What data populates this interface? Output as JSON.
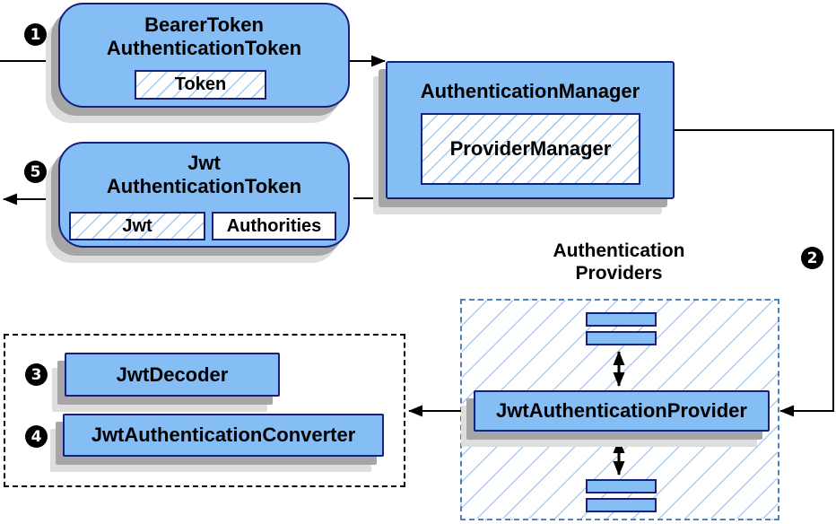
{
  "diagram": {
    "badges": [
      "1",
      "2",
      "3",
      "4",
      "5"
    ],
    "bearer_token_node": {
      "title_line1": "BearerToken",
      "title_line2": "AuthenticationToken",
      "field_token": "Token"
    },
    "auth_manager_node": {
      "title": "AuthenticationManager",
      "field_provider_manager": "ProviderManager"
    },
    "jwt_token_node": {
      "title_line1": "Jwt",
      "title_line2": "AuthenticationToken",
      "field_jwt": "Jwt",
      "field_authorities": "Authorities"
    },
    "providers_group": {
      "label_line1": "Authentication",
      "label_line2": "Providers",
      "provider_node": "JwtAuthenticationProvider"
    },
    "decoder_group": {
      "decoder_node": "JwtDecoder",
      "converter_node": "JwtAuthenticationConverter"
    },
    "colors": {
      "node_fill": "#85bdf5",
      "node_border": "#15217c",
      "hatch_line": "#a5cdf2",
      "blue_dashed_border": "#4f81bd",
      "black_dashed_border": "#000000",
      "shadow_dark": "#a6a6a6",
      "shadow_light": "#dedede",
      "arrow": "#000000",
      "badge_background": "#000000",
      "badge_text": "#ffffff"
    }
  }
}
